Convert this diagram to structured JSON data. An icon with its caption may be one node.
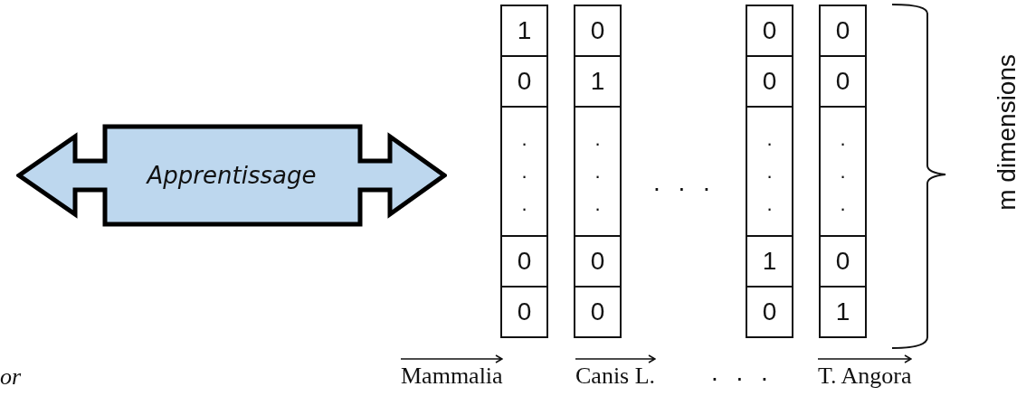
{
  "diagram": {
    "nodes": [
      {
        "text": [
          "Apprentissage"
        ]
      },
      {
        "text": [
          "1",
          "0",
          ". . .",
          "0",
          "0"
        ],
        "beside": [
          "Mammalia"
        ]
      },
      {
        "text": [
          "0",
          "1",
          ". . .",
          "0",
          "0"
        ],
        "beside": [
          "Canis L."
        ]
      },
      {
        "text": [
          "0",
          "0",
          ". . .",
          "1",
          "0"
        ]
      },
      {
        "text": [
          "0",
          "0",
          ". . .",
          "0",
          "1"
        ],
        "beside": [
          "T. Angora"
        ]
      }
    ],
    "labels": [
      ". . .",
      "m dimensions",
      "or",
      ". . ."
    ]
  }
}
